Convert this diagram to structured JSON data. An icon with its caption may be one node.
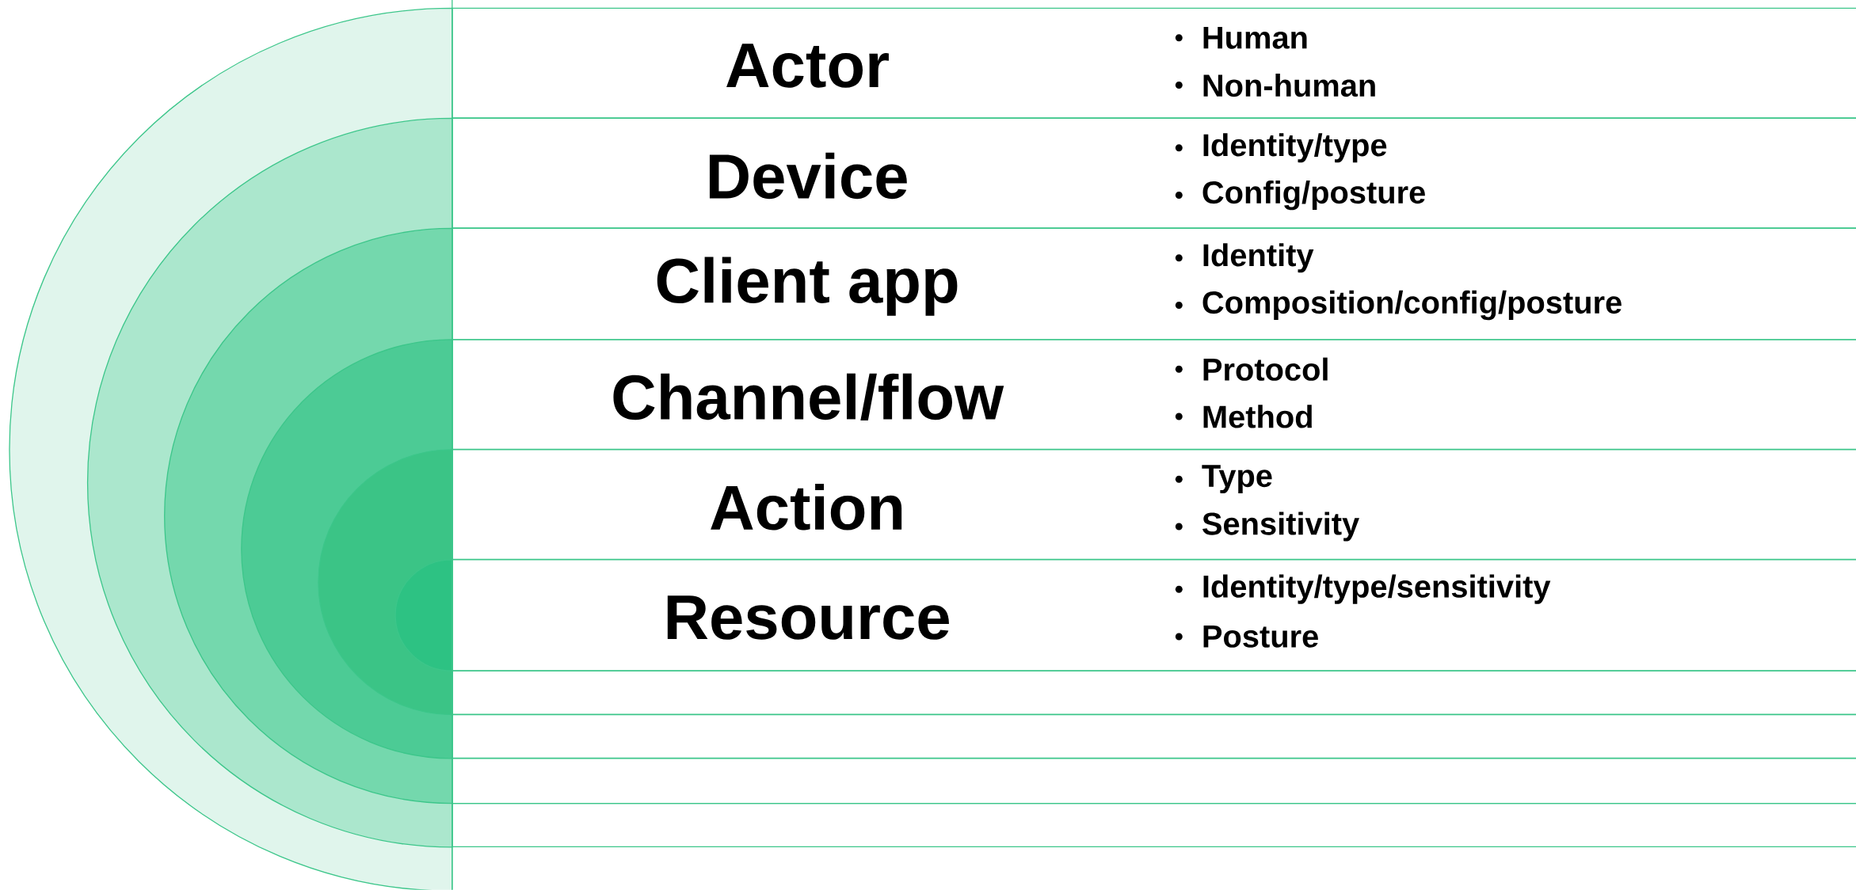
{
  "diagram": {
    "nodes": [
      {
        "text": [
          "Actor",
          "Human",
          "Non-human"
        ]
      },
      {
        "text": [
          "Device",
          "Identity/type",
          "Config/posture"
        ]
      },
      {
        "text": [
          "Client app",
          "Identity",
          "Composition/config/posture"
        ]
      },
      {
        "text": [
          "Channel/flow",
          "Protocol",
          "Method"
        ]
      },
      {
        "text": [
          "Action",
          "Type",
          "Sensitivity"
        ]
      },
      {
        "text": [
          "Resource",
          "Identity/type/sensitivity",
          "Posture"
        ]
      },
      {
        "text": [],
        "shape": "box"
      },
      {
        "text": [],
        "shape": "box"
      },
      {
        "text": [],
        "shape": "box"
      },
      {
        "text": [],
        "shape": "box"
      }
    ]
  }
}
